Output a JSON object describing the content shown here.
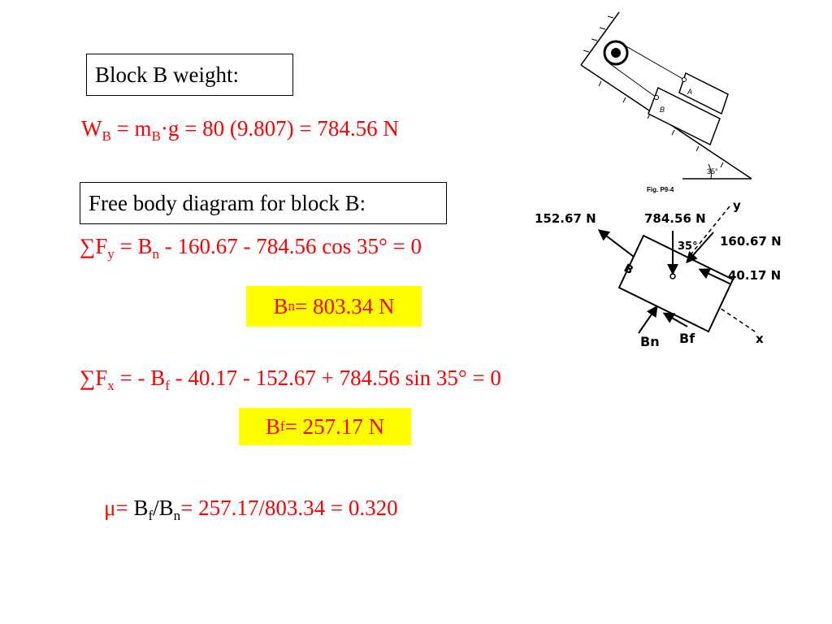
{
  "heading_weight": "Block B weight:",
  "eq_weight": {
    "W": "W",
    "W_sub": "B",
    "eq1": " = m",
    "m_sub": "B",
    "rest": "·g = 80 (9.807) = 784.56 N"
  },
  "heading_fbd": "Free body diagram for block B:",
  "eq_fy": {
    "sum": "∑F",
    "sub": "y",
    "part1": " = B",
    "part1_sub": "n",
    "rest": " - 160.67 - 784.56 cos 35° = 0"
  },
  "result_bn": {
    "B": "B",
    "sub": "n",
    "rest": " = 803.34 N"
  },
  "eq_fx": {
    "sum": "∑F",
    "sub": "x",
    "part1": " = - B",
    "part1_sub": "f",
    "rest": " - 40.17 - 152.67 + 784.56 sin 35° = 0"
  },
  "result_bf": {
    "B": "B",
    "sub": "f",
    "rest": " = 257.17 N"
  },
  "eq_mu": {
    "mu": "μ=",
    "b1": " B",
    "b1_sub": "f",
    "slash": "/B",
    "b2_sub": "n",
    "rest": "= 257.17/803.34  = 0.320"
  },
  "figure": {
    "label_a": "A",
    "label_b": "B",
    "angle": "35°",
    "caption": "Fig. P9-4"
  },
  "fbd": {
    "f1": "152.67 N",
    "f2": "784.56 N",
    "f3": "160.67 N",
    "f4": "40.17 N",
    "angle": "35°",
    "y_axis": "y",
    "x_axis": "x",
    "block": "B",
    "bn": "Bn",
    "bf": "Bf"
  },
  "colors": {
    "text_red": "#ff0000",
    "highlight": "#ffff00",
    "border": "#000000"
  }
}
